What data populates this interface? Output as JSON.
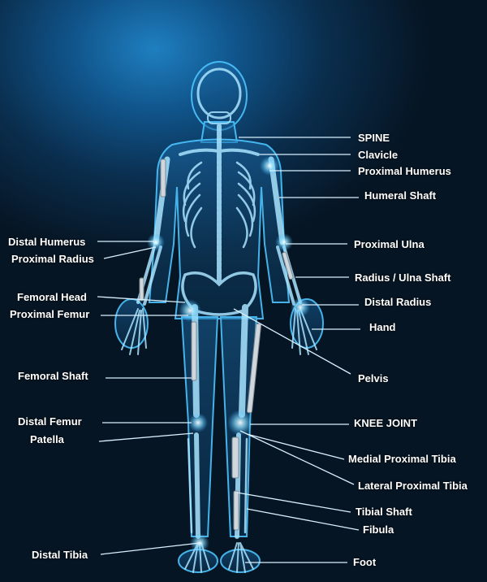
{
  "labels": {
    "spine": "SPINE",
    "clavicle": "Clavicle",
    "proximal_humerus": "Proximal Humerus",
    "humeral_shaft": "Humeral Shaft",
    "distal_humerus": "Distal Humerus",
    "proximal_radius": "Proximal Radius",
    "proximal_ulna": "Proximal Ulna",
    "radius_ulna_shaft": "Radius / Ulna Shaft",
    "femoral_head": "Femoral Head",
    "distal_radius": "Distal Radius",
    "proximal_femur": "Proximal Femur",
    "hand": "Hand",
    "femoral_shaft": "Femoral Shaft",
    "pelvis": "Pelvis",
    "distal_femur": "Distal Femur",
    "knee_joint": "KNEE JOINT",
    "patella": "Patella",
    "medial_proximal_tibia": "Medial Proximal Tibia",
    "lateral_proximal_tibia": "Lateral Proximal Tibia",
    "tibial_shaft": "Tibial Shaft",
    "fibula": "Fibula",
    "distal_tibia": "Distal Tibia",
    "foot": "Foot"
  },
  "colors": {
    "body_glow": "#3fb6ff",
    "bone": "#a9e4ff",
    "leader_line": "#d8f0ff",
    "implant": "#cfd6dc"
  }
}
